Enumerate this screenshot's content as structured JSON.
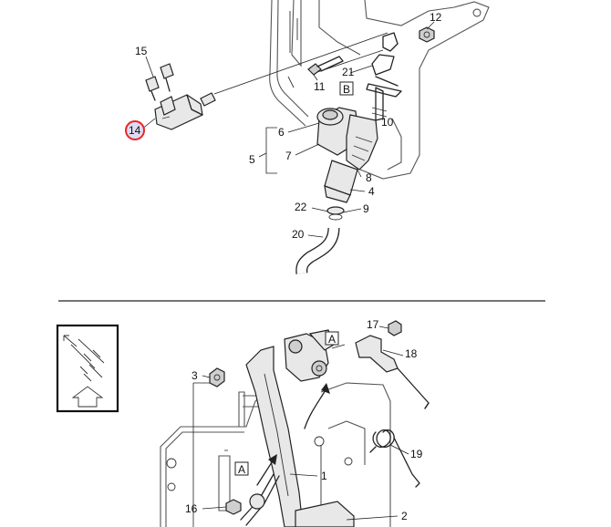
{
  "callouts": {
    "p1": "1",
    "p2": "2",
    "p3": "3",
    "p4": "4",
    "p5": "5",
    "p6": "6",
    "p7": "7",
    "p8": "8",
    "p9": "9",
    "p10": "10",
    "p11": "11",
    "p12": "12",
    "p14": "14",
    "p15": "15",
    "p16": "16",
    "p17": "17",
    "p18": "18",
    "p19": "19",
    "p20": "20",
    "p21": "21",
    "p22": "22"
  },
  "view_markers": {
    "b_upper": "B",
    "a_lower_top": "A",
    "a_lower_mid": "A"
  },
  "selected_callout": "14",
  "colors": {
    "highlight_ring": "#e22222",
    "highlight_fill": "#dcdcf4",
    "line": "#222222"
  },
  "orientation_icon": "orientation-arrow-icon"
}
